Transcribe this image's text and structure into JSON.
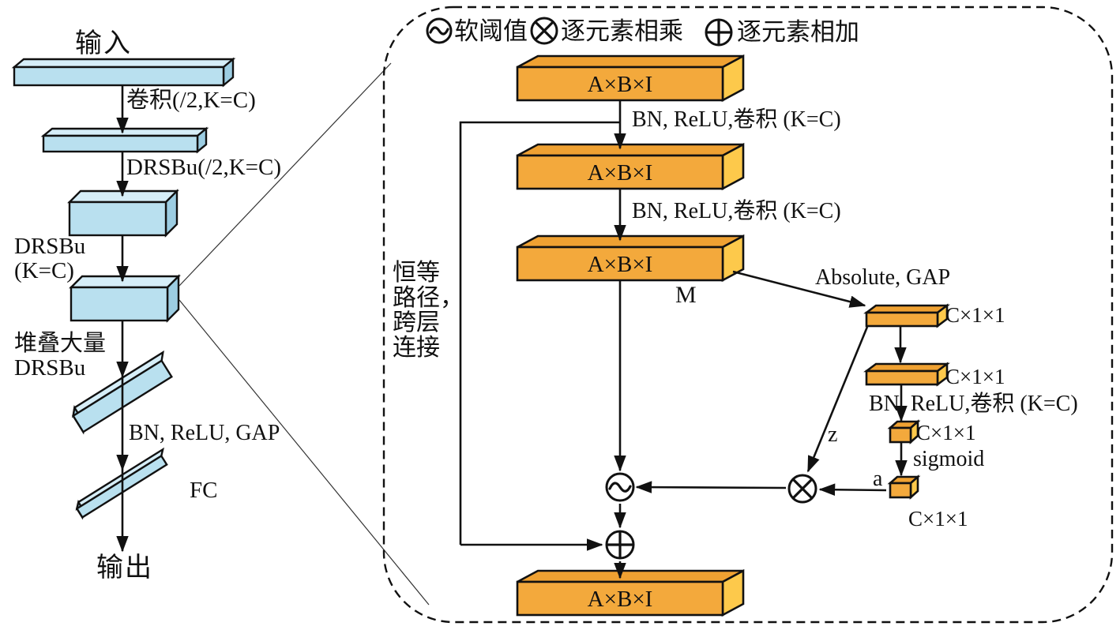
{
  "colors": {
    "box_blue_front": "#b9e0ef",
    "box_blue_top": "#d6eef8",
    "box_blue_side": "#9ccde2",
    "box_orange_front": "#f3a93c",
    "box_orange_top": "#efa132",
    "box_orange_side": "#fdc94b",
    "line": "#111111"
  },
  "left": {
    "input": "输入",
    "conv": "卷积(/2,K=C)",
    "drsbu_half": "DRSBu(/2,K=C)",
    "drsbu_kc": "DRSBu\n(K=C)",
    "stack": "堆叠大量\nDRSBu",
    "bn_relu_gap": "BN, ReLU, GAP",
    "fc": "FC",
    "output": "输出"
  },
  "legend": {
    "soft_threshold": "软阈值",
    "elementwise_multiply": "逐元素相乘",
    "elementwise_add": "逐元素相加"
  },
  "block": {
    "tensor": "A×B×I",
    "bn_relu_conv": "BN, ReLU,卷积 (K=C)",
    "m": "M",
    "absolute_gap": "Absolute, GAP",
    "c_shape": "C×1×1",
    "z": "z",
    "sigmoid": "sigmoid",
    "a": "a",
    "identity_path": "恒等\n路径，\n跨层\n连接"
  }
}
